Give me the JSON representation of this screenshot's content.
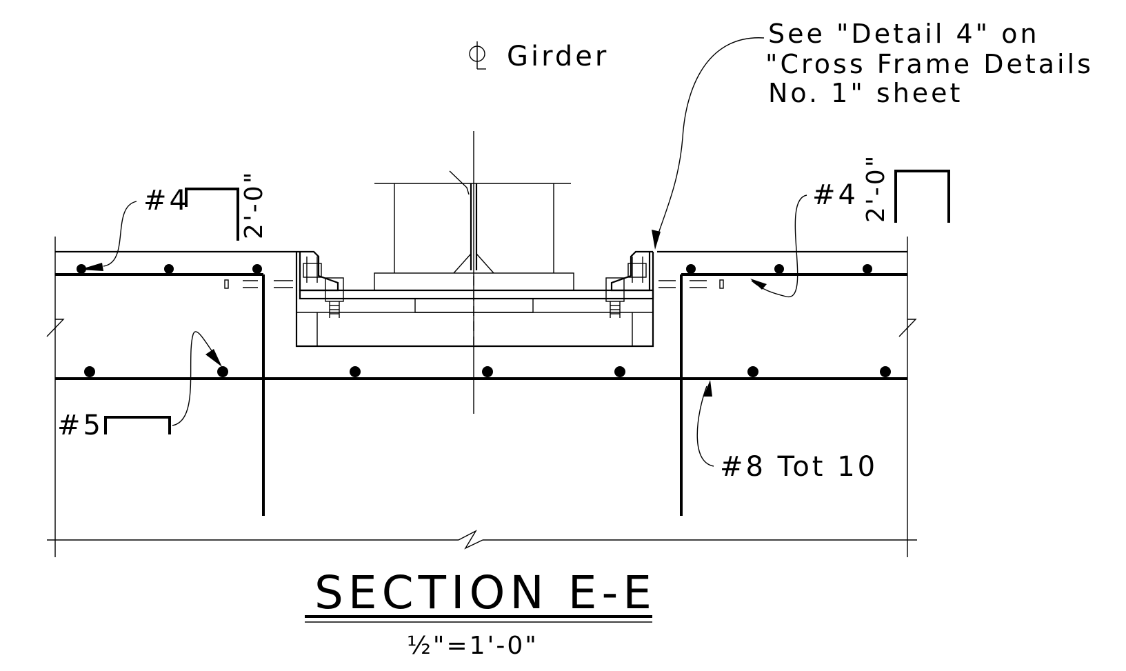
{
  "drawing": {
    "centerline_label": "Girder",
    "note_lines": [
      "See \"Detail 4\" on",
      "\"Cross Frame Details",
      "No. 1\" sheet"
    ],
    "bar_labels": {
      "top_left": "#4",
      "top_right": "#4",
      "bottom_left": "#5",
      "bottom_right": "#8 Tot 10"
    },
    "dimensions": {
      "left_leg": "2'-0\"",
      "right_leg": "2'-0\""
    },
    "title": "SECTION E-E",
    "scale": "½\"=1'-0\""
  }
}
